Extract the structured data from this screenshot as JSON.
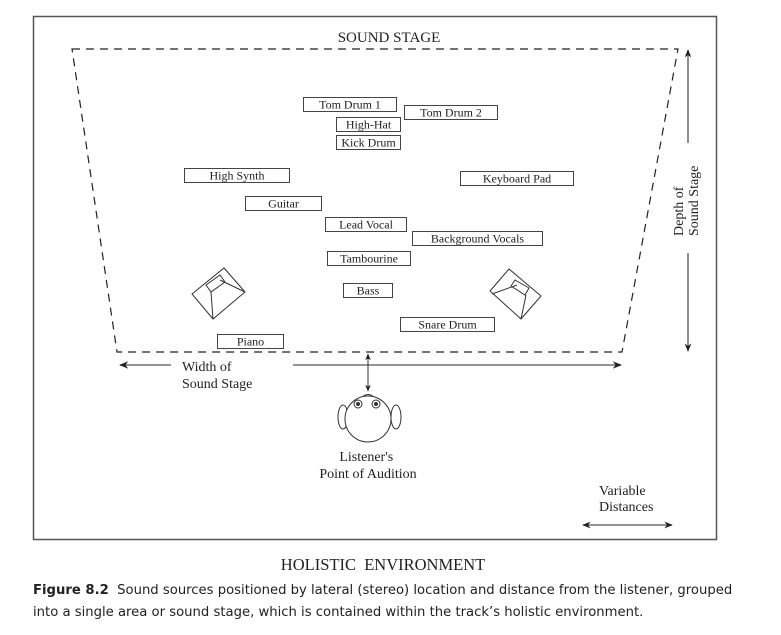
{
  "diagram": {
    "title": "SOUND STAGE",
    "environment_label": "HOLISTIC  ENVIRONMENT",
    "sources": [
      {
        "label": "Tom Drum 1"
      },
      {
        "label": "Tom Drum 2"
      },
      {
        "label": "High-Hat"
      },
      {
        "label": "Kick Drum"
      },
      {
        "label": "High Synth"
      },
      {
        "label": "Keyboard Pad"
      },
      {
        "label": "Guitar"
      },
      {
        "label": "Lead Vocal"
      },
      {
        "label": "Background Vocals"
      },
      {
        "label": "Tambourine"
      },
      {
        "label": "Bass"
      },
      {
        "label": "Snare Drum"
      },
      {
        "label": "Piano"
      }
    ],
    "width_label": [
      "Width of",
      "Sound Stage"
    ],
    "depth_label": [
      "Depth of",
      "Sound Stage"
    ],
    "listener_label": [
      "Listener's",
      "Point of Audition"
    ],
    "variable_label": [
      "Variable",
      "Distances"
    ],
    "speakers": [
      "left-speaker",
      "right-speaker"
    ]
  },
  "caption": {
    "figure": "Figure 8.2",
    "text": "Sound sources positioned by lateral (stereo) location and distance from the listener, grouped into a single area or sound stage, which is contained within the track’s holistic environment."
  }
}
